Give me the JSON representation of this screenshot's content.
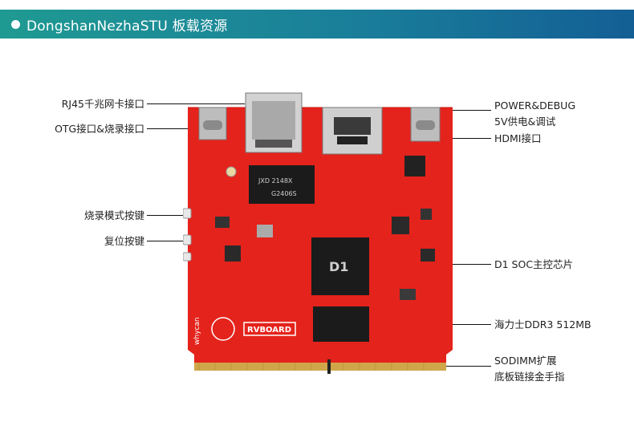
{
  "header": {
    "title": "DongshanNezhaSTU 板载资源"
  },
  "labels_left": [
    {
      "id": "rj45",
      "text": "RJ45千兆网卡接口"
    },
    {
      "id": "otg",
      "text": "OTG接口&烧录接口"
    },
    {
      "id": "burn_mode",
      "text": "烧录模式按键"
    },
    {
      "id": "reset",
      "text": "复位按键"
    }
  ],
  "labels_right": [
    {
      "id": "power_debug_1",
      "text": "POWER&DEBUG"
    },
    {
      "id": "power_debug_2",
      "text": "5V供电&调试"
    },
    {
      "id": "hdmi",
      "text": "HDMI接口"
    },
    {
      "id": "soc",
      "text": "D1 SOC主控芯片"
    },
    {
      "id": "ddr",
      "text": "海力士DDR3 512MB"
    },
    {
      "id": "sodimm_1",
      "text": "SODIMM扩展"
    },
    {
      "id": "sodimm_2",
      "text": "底板链接金手指"
    }
  ],
  "board": {
    "colors": {
      "pcb": "#e4231c",
      "pcb_dark": "#c8160f",
      "chip": "#1b1b1b",
      "metal": "#c9c9c9",
      "gold": "#cfa64a"
    },
    "ethernet_magnetics_text_1": "JXD 2148X",
    "ethernet_magnetics_text_2": "G2406S",
    "soc_text": "D1",
    "logo_brand": "whycan",
    "logo_text": "RVBOARD"
  }
}
